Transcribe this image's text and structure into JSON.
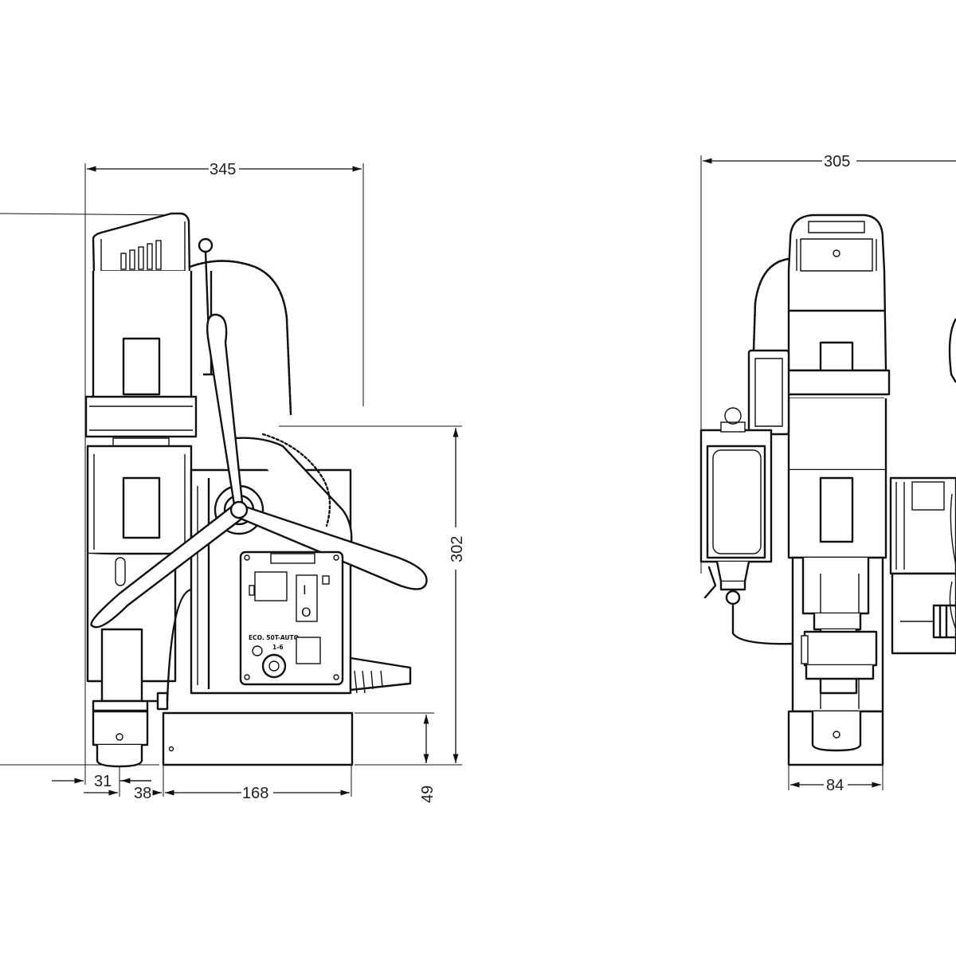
{
  "front_view": {
    "dimensions": {
      "overall_width": "345",
      "height": "302",
      "offset_a": "31",
      "offset_b": "38",
      "base_length": "168",
      "base_height": "49"
    },
    "panel": {
      "model_label": "ECO. 50T-AUTO",
      "switch_on": "I",
      "switch_off": "O",
      "speed_label": "1-6"
    }
  },
  "side_view": {
    "dimensions": {
      "overall_width": "305",
      "base_width": "84"
    }
  }
}
